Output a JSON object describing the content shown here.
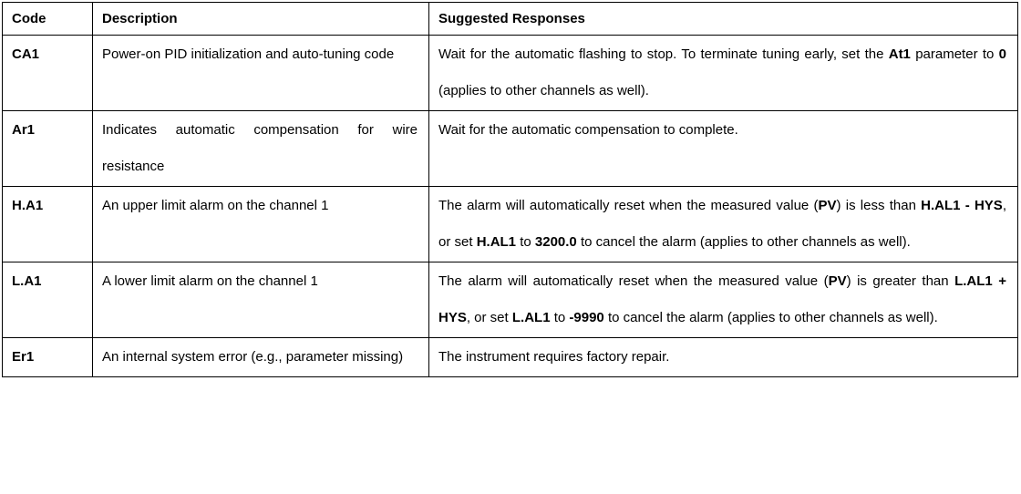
{
  "document": {
    "colors": {
      "border": "#000000",
      "text": "#000000",
      "background": "#ffffff"
    },
    "table": {
      "headers": [
        {
          "label": "Code"
        },
        {
          "label": "Description"
        },
        {
          "label": "Suggested Responses"
        }
      ],
      "rows": [
        {
          "code": "CA1",
          "description": [
            {
              "t": "Power-on PID initialization and auto-tuning code",
              "b": false
            }
          ],
          "response": [
            {
              "t": "Wait for the automatic flashing to stop. To terminate tuning early, set the ",
              "b": false
            },
            {
              "t": "At1",
              "b": true
            },
            {
              "t": " parameter to ",
              "b": false
            },
            {
              "t": "0",
              "b": true
            },
            {
              "t": " (applies to other channels as well).",
              "b": false
            }
          ]
        },
        {
          "code": "Ar1",
          "description": [
            {
              "t": "Indicates automatic compensation for wire resistance",
              "b": false
            }
          ],
          "response": [
            {
              "t": "Wait for the automatic compensation to complete.",
              "b": false
            }
          ]
        },
        {
          "code": "H.A1",
          "description": [
            {
              "t": "An upper limit alarm on the channel 1",
              "b": false
            }
          ],
          "response": [
            {
              "t": "The alarm will automatically reset when the measured value (",
              "b": false
            },
            {
              "t": "PV",
              "b": true
            },
            {
              "t": ") is less than ",
              "b": false
            },
            {
              "t": "H.AL1 - HYS",
              "b": true
            },
            {
              "t": ", or set ",
              "b": false
            },
            {
              "t": "H.AL1",
              "b": true
            },
            {
              "t": " to ",
              "b": false
            },
            {
              "t": "3200.0",
              "b": true
            },
            {
              "t": " to cancel the alarm (applies to other channels as well).",
              "b": false
            }
          ]
        },
        {
          "code": "L.A1",
          "description": [
            {
              "t": "A lower limit alarm on the channel 1",
              "b": false
            }
          ],
          "response": [
            {
              "t": "The alarm will automatically reset when the measured value (",
              "b": false
            },
            {
              "t": "PV",
              "b": true
            },
            {
              "t": ") is greater than ",
              "b": false
            },
            {
              "t": "L.AL1 + HYS",
              "b": true
            },
            {
              "t": ", or set ",
              "b": false
            },
            {
              "t": "L.AL1",
              "b": true
            },
            {
              "t": " to ",
              "b": false
            },
            {
              "t": "-9990",
              "b": true
            },
            {
              "t": " to cancel the alarm (applies to other channels as well).",
              "b": false
            }
          ]
        },
        {
          "code": "Er1",
          "description": [
            {
              "t": "An internal system error (e.g., parameter missing)",
              "b": false
            }
          ],
          "response": [
            {
              "t": "The instrument requires factory repair.",
              "b": false
            }
          ]
        }
      ]
    }
  }
}
